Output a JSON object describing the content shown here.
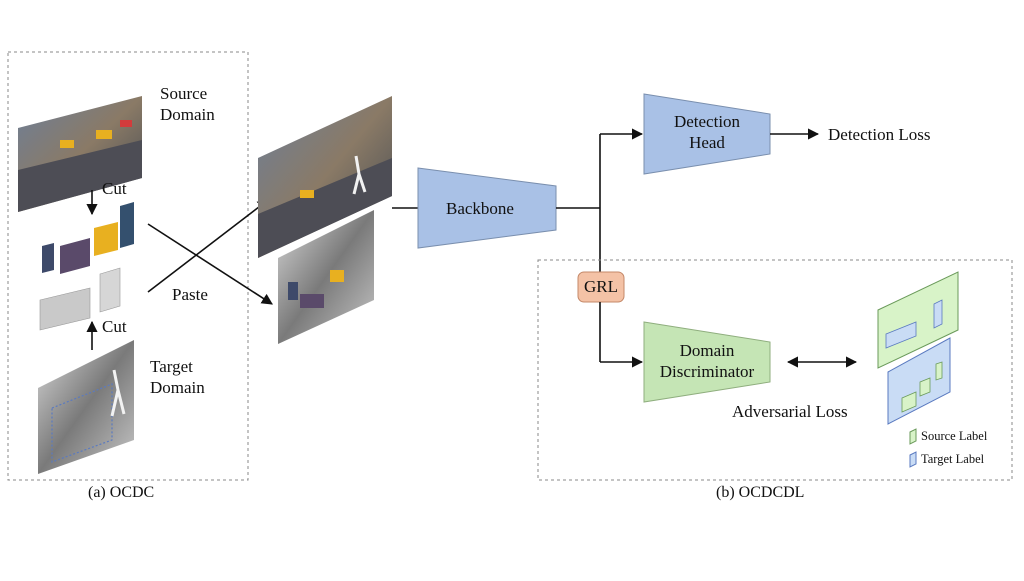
{
  "panel_a": {
    "caption": "(a) OCDC",
    "source_domain_line1": "Source",
    "source_domain_line2": "Domain",
    "target_domain_line1": "Target",
    "target_domain_line2": "Domain",
    "cut_top": "Cut",
    "cut_bottom": "Cut",
    "paste": "Paste"
  },
  "panel_b": {
    "caption": "(b) OCDCDL",
    "backbone": "Backbone",
    "detection_head_line1": "Detection",
    "detection_head_line2": "Head",
    "detection_loss": "Detection Loss",
    "grl": "GRL",
    "domain_disc_line1": "Domain",
    "domain_disc_line2": "Discriminator",
    "adversarial_loss": "Adversarial Loss",
    "legend_source": "Source Label",
    "legend_target": "Target Label"
  },
  "colors": {
    "blue_box": "#a9c1e6",
    "green_box": "#c5e5b5",
    "grl_box": "#f4c2a6",
    "label_green": "#d8f3c8",
    "label_blue": "#c9dcf5"
  }
}
